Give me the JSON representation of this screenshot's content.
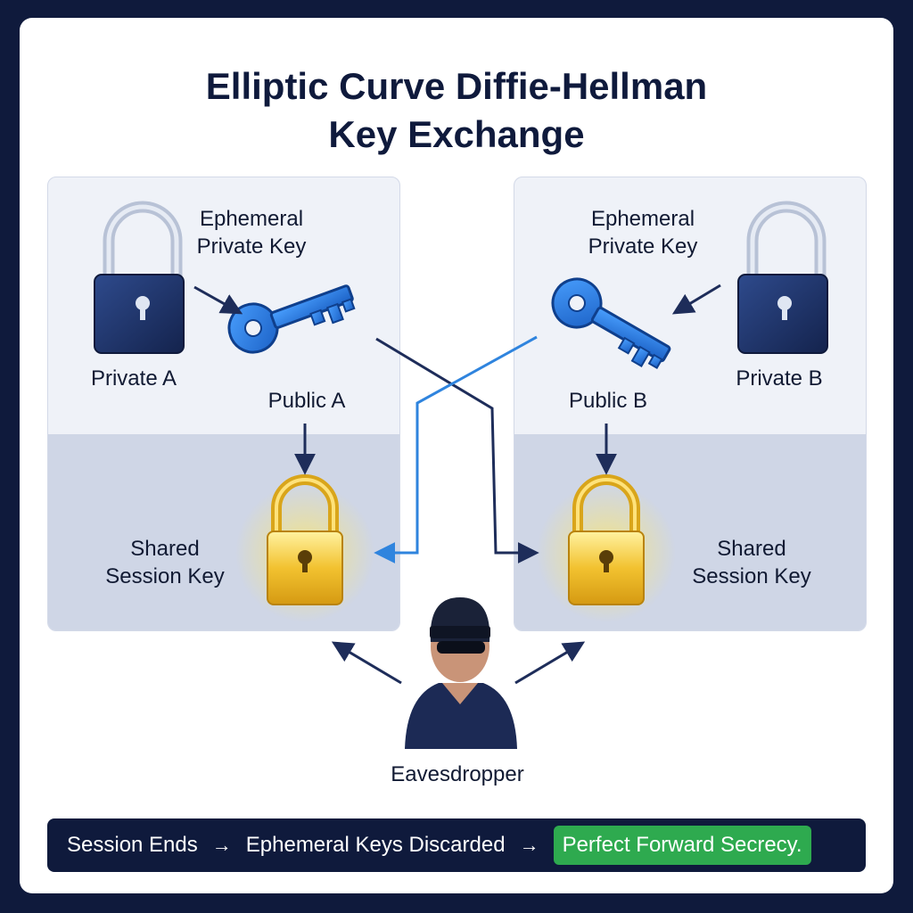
{
  "title": {
    "line1": "Elliptic Curve Diffie-Hellman",
    "line2": "Key Exchange"
  },
  "party_a": {
    "ephemeral_line1": "Ephemeral",
    "ephemeral_line2": "Private Key",
    "private_label": "Private A",
    "public_label": "Public A",
    "shared_line1": "Shared",
    "shared_line2": "Session Key"
  },
  "party_b": {
    "ephemeral_line1": "Ephemeral",
    "ephemeral_line2": "Private Key",
    "private_label": "Private B",
    "public_label": "Public B",
    "shared_line1": "Shared",
    "shared_line2": "Session Key"
  },
  "eavesdropper": {
    "label": "Eavesdropper"
  },
  "footer": {
    "step1": "Session Ends",
    "step2": "Ephemeral Keys Discarded",
    "step3": "Perfect Forward Secrecy.",
    "separator": "→"
  },
  "colors": {
    "navy": "#0f1a3c",
    "key_blue": "#2f7fe0",
    "exchange_line_light": "#2f84de",
    "exchange_line_dark": "#1e2d5a",
    "shared_lock_gold": "#f2c230",
    "badge_green": "#2eaa4f"
  }
}
